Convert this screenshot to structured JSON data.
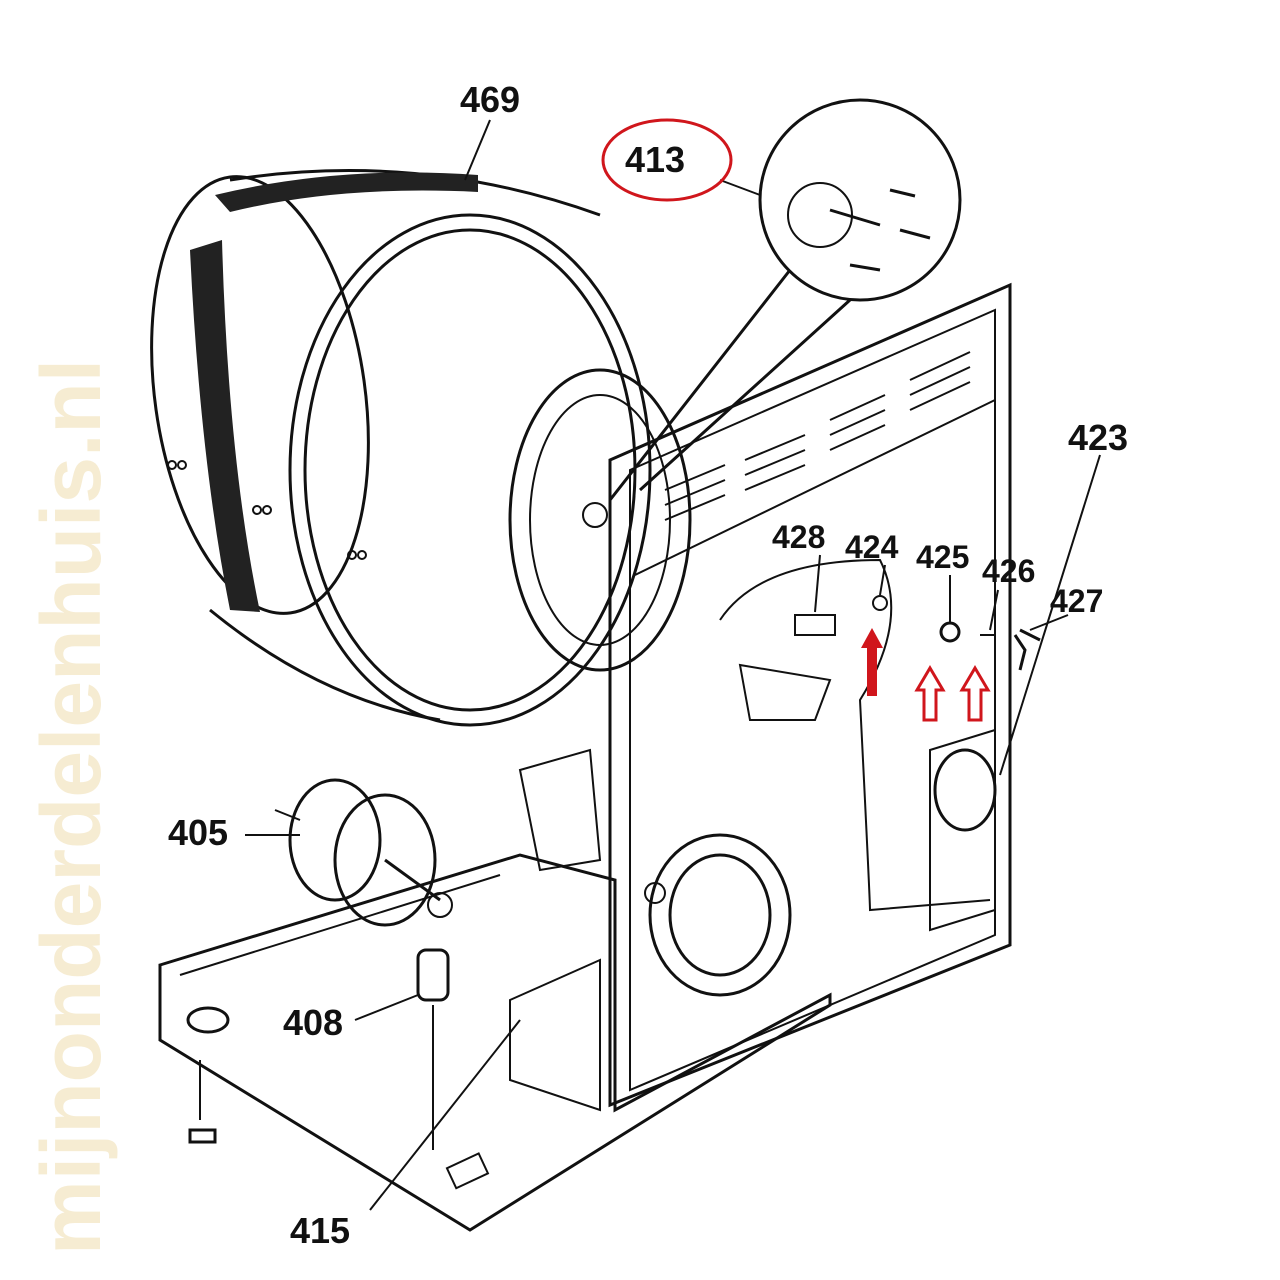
{
  "diagram": {
    "watermark": "mijnonderdelenhuis.nl",
    "part_labels": {
      "drum": "469",
      "drum_bearing_shaft": "413",
      "back_panel": "423",
      "p428": "428",
      "p424": "424",
      "p425": "425",
      "p426": "426",
      "p427": "427",
      "motor": "405",
      "capacitor": "408",
      "base": "415"
    },
    "highlighted_part": "413",
    "highlight_color": "#d0161c",
    "arrows": [
      {
        "target": "424",
        "style": "filled"
      },
      {
        "target": "425",
        "style": "outline"
      },
      {
        "target": "426",
        "style": "outline"
      }
    ]
  }
}
